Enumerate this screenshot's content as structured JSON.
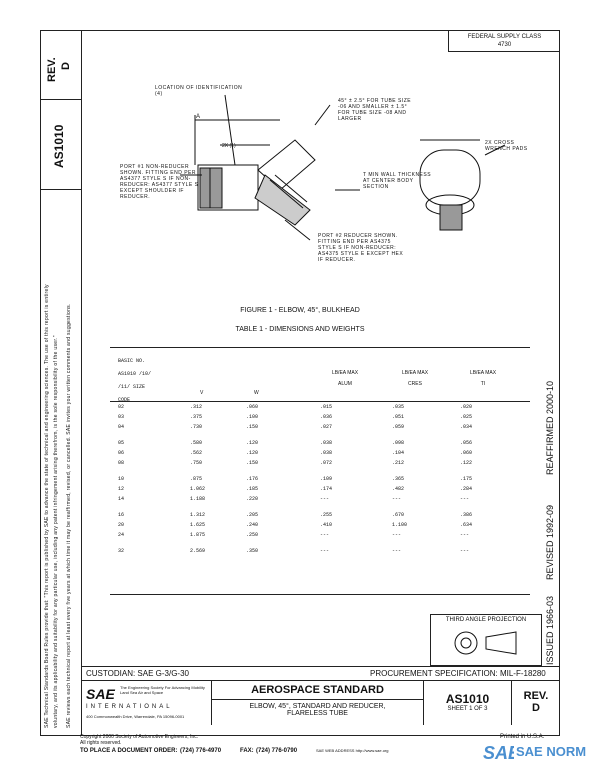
{
  "header": {
    "rev_label": "REV.",
    "rev_value": "D",
    "doc_number": "AS1010",
    "federal_supply_class": "FEDERAL SUPPLY CLASS",
    "fsc_value": "4730"
  },
  "left_notice": [
    "SAE Technical Standards Board Rules provide that: \"This report is published by SAE to advance the state of technical and engineering sciences. The use of this report is entirely",
    "voluntary, and its applicability and suitability for any particular use, including any patent infringement arising therefrom, is the sole responsibility of the user.\"",
    "SAE reviews each technical report at least every five years at which time it may be reaffirmed, revised, or cancelled. SAE invites your written comments and suggestions."
  ],
  "drawing": {
    "labels": [
      "LOCATION OF IDENTIFICATION (4)",
      "45° ± 2.5° FOR TUBE SIZE -06 AND SMALLER ± 1.5° FOR TUBE SIZE -08 AND LARGER",
      "2X (1)",
      "PORT #1 NON-REDUCER SHOWN. FITTING END PER AS4377 STYLE S IF NON-REDUCER: AS4377 STYLE S EXCEPT SHOULDER IF REDUCER.",
      "T MIN WALL THICKNESS AT CENTER BODY SECTION",
      "2X CROSS WRENCH PADS",
      "PORT #2 REDUCER SHOWN. FITTING END PER AS4375 STYLE S IF NON-REDUCER: AS4375 STYLE E EXCEPT HEX IF REDUCER.",
      "A"
    ]
  },
  "figure_caption": "FIGURE 1 - ELBOW, 45°, BULKHEAD",
  "table_caption": "TABLE 1 - DIMENSIONS AND WEIGHTS",
  "table": {
    "headers": [
      "BASIC NO. AS1010 /10/ /11/ SIZE CODE",
      "V",
      "W",
      "LB/EA MAX ALUM",
      "LB/EA MAX CRES",
      "LB/EA MAX TI"
    ],
    "rows": [
      [
        "02",
        ".312",
        ".060",
        ".015",
        ".035",
        ".020"
      ],
      [
        "03",
        ".375",
        ".100",
        ".036",
        ".051",
        ".025"
      ],
      [
        "04",
        ".730",
        ".150",
        ".027",
        ".059",
        ".034"
      ],
      [
        "05",
        ".580",
        ".120",
        ".038",
        ".098",
        ".056"
      ],
      [
        "06",
        ".562",
        ".120",
        ".038",
        ".104",
        ".060"
      ],
      [
        "08",
        ".750",
        ".150",
        ".072",
        ".212",
        ".122"
      ],
      [
        "10",
        ".875",
        ".176",
        ".109",
        ".365",
        ".175"
      ],
      [
        "12",
        "1.062",
        ".185",
        ".174",
        ".482",
        ".284"
      ],
      [
        "14",
        "1.188",
        ".220",
        "---",
        "---",
        "---"
      ],
      [
        "16",
        "1.312",
        ".205",
        ".255",
        ".670",
        ".386"
      ],
      [
        "20",
        "1.625",
        ".240",
        ".410",
        "1.100",
        ".634"
      ],
      [
        "24",
        "1.875",
        ".250",
        "---",
        "---",
        "---"
      ],
      [
        "32",
        "2.569",
        ".350",
        "---",
        "---",
        "---"
      ]
    ]
  },
  "right_margin": {
    "issued": "ISSUED 1966-03",
    "revised": "REVISED 1992-09",
    "reaffirmed": "REAFFIRMED 2000-10"
  },
  "third_angle": "THIRD ANGLE PROJECTION",
  "footer": {
    "custodian": "CUSTODIAN: SAE G-3/G-30",
    "procurement": "PROCUREMENT SPECIFICATION: MIL-F-18280",
    "sae_tag": "The Engineering Society For Advancing Mobility Land Sea Air and Space",
    "sae_intl": "INTERNATIONAL",
    "sae_addr": "400 Commonwealth Drive, Warrendale, PA 15096-0001",
    "sae_logo": "SAE",
    "title": "AEROSPACE STANDARD",
    "subtitle1": "ELBOW, 45°, STANDARD AND REDUCER,",
    "subtitle2": "FLARELESS TUBE",
    "doc_number": "AS1010",
    "sheet": "SHEET 1 OF 3",
    "rev_label": "REV.",
    "rev_value": "D",
    "copyright": "Copyright 2000 Society of Automotive Engineers, Inc.",
    "rights": "All rights reserved.",
    "printed": "Printed in U.S.A.",
    "order": "TO PLACE A DOCUMENT ORDER:",
    "phone": "(724) 776-4970",
    "fax_label": "FAX:",
    "fax": "(724) 776-0790",
    "web": "SAE WEB ADDRESS http://www.sae.org",
    "watermark": "SAE NORM"
  }
}
